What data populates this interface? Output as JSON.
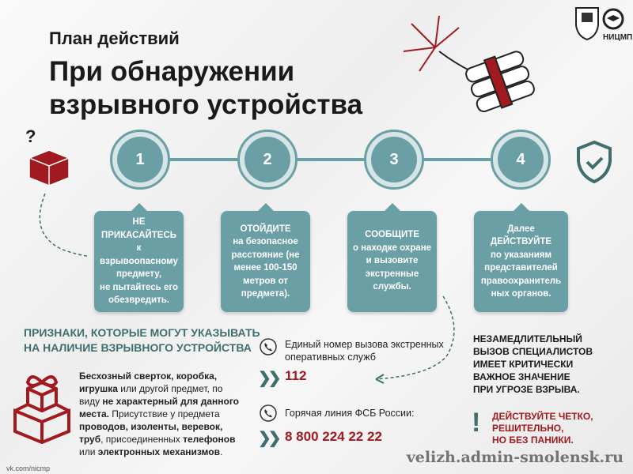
{
  "header": {
    "subtitle": "План действий",
    "title_line1": "При обнаружении",
    "title_line2": "взрывного устройства",
    "logo_text": "НИЦМП"
  },
  "steps": [
    {
      "number": "1",
      "lines": [
        "НЕ",
        "ПРИКАСАЙТЕСЬ",
        "к взрывоопасному",
        "предмету,",
        "не пытайтесь его",
        "обезвредить."
      ]
    },
    {
      "number": "2",
      "lines": [
        "ОТОЙДИТЕ",
        "на безопасное",
        "расстояние (не",
        "менее 100-150",
        "метров от",
        "предмета)."
      ]
    },
    {
      "number": "3",
      "lines": [
        "СООБЩИТЕ",
        "о находке охране",
        "и вызовите",
        "экстренные",
        "службы."
      ]
    },
    {
      "number": "4",
      "lines": [
        "Далее",
        "ДЕЙСТВУЙТЕ",
        "по указаниям",
        "представителей",
        "правоохранитель",
        "ных органов."
      ]
    }
  ],
  "signs": {
    "heading_line1": "ПРИЗНАКИ, КОТОРЫЕ МОГУТ УКАЗЫВАТЬ",
    "heading_line2": "НА НАЛИЧИЕ ВЗРЫВНОГО УСТРОЙСТВА",
    "parts": [
      "Бесхозный сверток, коробка, игрушка",
      " или другой предмет, по виду ",
      "не характерный для данного места.",
      " Присутствие у предмета ",
      "проводов, изоленты, веревок, труб",
      ", присоединенных ",
      "телефонов",
      " или ",
      "электронных механизмов",
      "."
    ]
  },
  "contacts": {
    "emergency_label": "Единый номер вызова экстренных оперативных служб",
    "emergency_number": "112",
    "fsb_label": "Горячая линия ФСБ России:",
    "fsb_number": "8 800 224 22 22"
  },
  "notice": {
    "line1": "НЕЗАМЕДЛИТЕЛЬНЫЙ",
    "line2": "ВЫЗОВ СПЕЦИАЛИСТОВ",
    "line3": "ИМЕЕТ КРИТИЧЕСКИ",
    "line4": "ВАЖНОЕ ЗНАЧЕНИЕ",
    "line5": "ПРИ УГРОЗЕ ВЗРЫВА."
  },
  "warning": {
    "line1": "ДЕЙСТВУЙТЕ ЧЕТКО,",
    "line2": "РЕШИТЕЛЬНО,",
    "line3": "НО БЕЗ ПАНИКИ."
  },
  "footer": {
    "vk": "vk.com/nicmp",
    "watermark": "velizh.admin-smolensk.ru"
  },
  "colors": {
    "teal": "#6a9fa6",
    "red": "#a01a1f",
    "heading": "#3f6e6e"
  }
}
